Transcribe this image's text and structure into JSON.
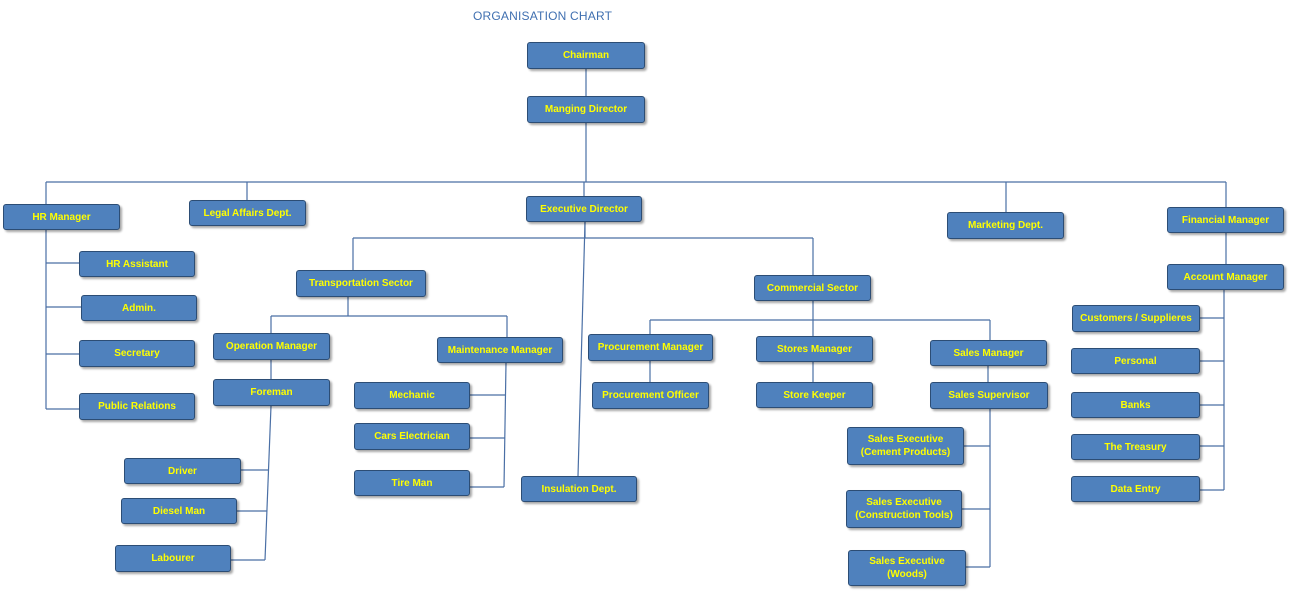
{
  "title": "ORGANISATION CHART",
  "colors": {
    "box_fill": "#4f81bd",
    "box_border": "#2c4d75",
    "box_text": "#ffff00",
    "connector": "#4a6fa5",
    "title": "#3f6fb0"
  },
  "nodes": {
    "chairman": "Chairman",
    "managing_director": "Manging Director",
    "hr_manager": "HR Manager",
    "legal_affairs": "Legal Affairs Dept.",
    "executive_director": "Executive Director",
    "marketing": "Marketing Dept.",
    "financial_manager": "Financial Manager",
    "hr_assistant": "HR Assistant",
    "admin": "Admin.",
    "secretary": "Secretary",
    "public_relations": "Public Relations",
    "transportation_sector": "Transportation Sector",
    "commercial_sector": "Commercial Sector",
    "operation_manager": "Operation Manager",
    "foreman": "Foreman",
    "driver": "Driver",
    "diesel_man": "Diesel Man",
    "labourer": "Labourer",
    "maintenance_manager": "Maintenance Manager",
    "mechanic": "Mechanic",
    "cars_electrician": "Cars Electrician",
    "tire_man": "Tire Man",
    "insulation": "Insulation Dept.",
    "procurement_manager": "Procurement Manager",
    "procurement_officer": "Procurement Officer",
    "stores_manager": "Stores Manager",
    "store_keeper": "Store Keeper",
    "sales_manager": "Sales Manager",
    "sales_supervisor": "Sales Supervisor",
    "sales_exec_cement": "Sales Executive\n(Cement Products)",
    "sales_exec_construction": "Sales Executive\n(Construction Tools)",
    "sales_exec_woods": "Sales Executive\n(Woods)",
    "account_manager": "Account Manager",
    "customers_suppliers": "Customers / Supplieres",
    "personal": "Personal",
    "banks": "Banks",
    "treasury": "The Treasury",
    "data_entry": "Data Entry"
  }
}
